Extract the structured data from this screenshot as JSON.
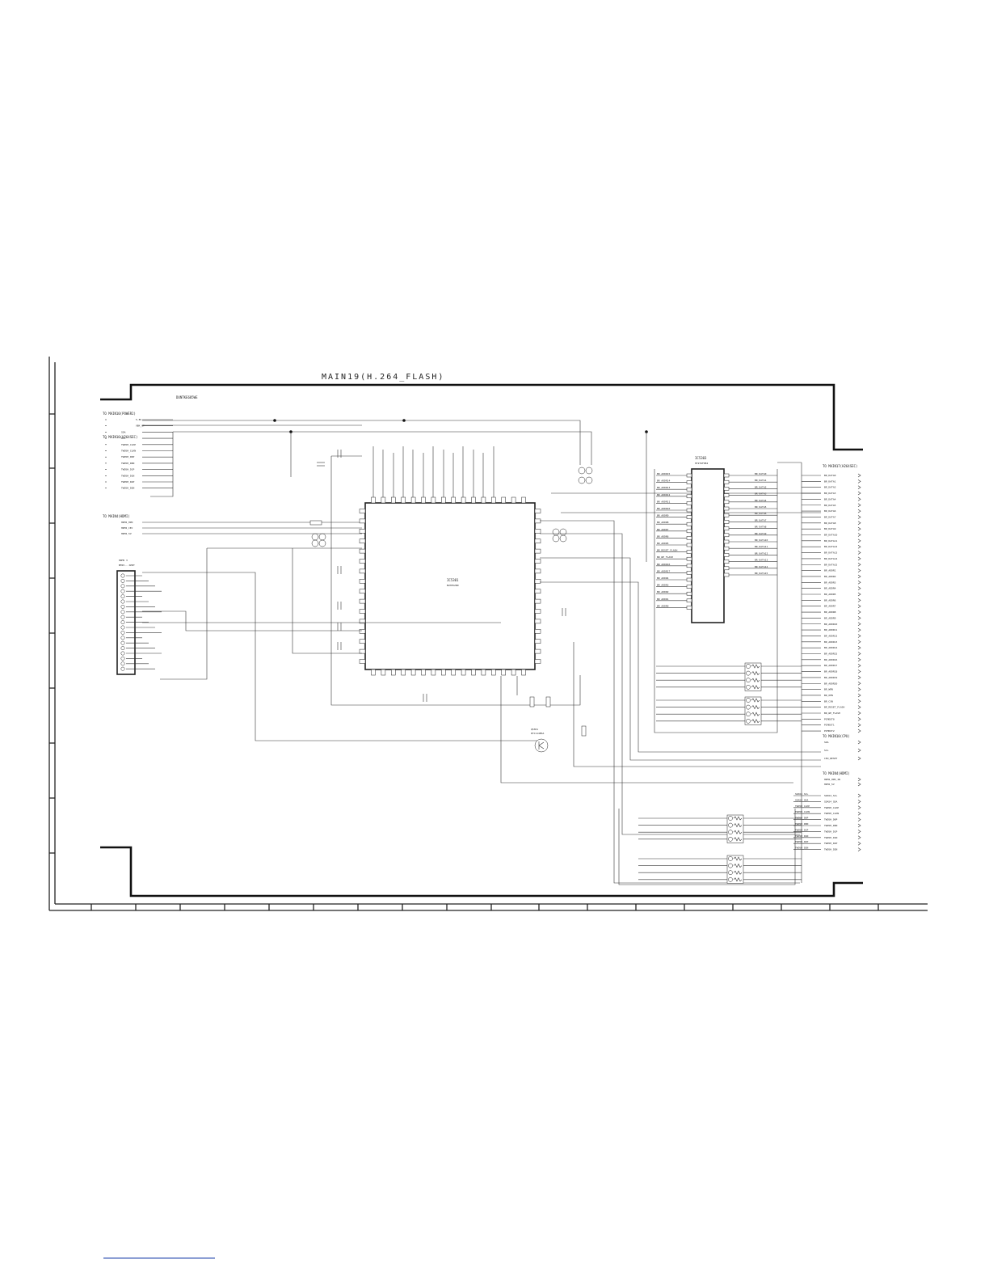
{
  "sheet": {
    "title": "MAIN19(H.264_FLASH)",
    "board_code": "DUNTKE685WE"
  },
  "connectors": {
    "power": "TO MAIN10(POWER2)",
    "h264_top": "TO MAIN10(H264SEC)",
    "hdmi": "TO MAIN4(HDMI)",
    "h264_right": "TO MAIN17(H264SEC)",
    "cpu": "TO MAIN10(CPU)",
    "hdmi_right": "TO MAIN4(HDMI)"
  },
  "components": {
    "ic_main": {
      "ref": "IC5301",
      "part": "BU7852KN"
    },
    "ic_flash": {
      "ref": "IC5303",
      "part": "HY27UF082"
    },
    "transistor": {
      "ref": "Q5301",
      "part": "DTC114EKA"
    },
    "header": {
      "ref": "HDM5 3",
      "part": "BM15...SHDT"
    }
  },
  "nets": {
    "left_top": [
      "5.8V",
      "VBK_GT",
      "SDA",
      "SCL",
      "TWD5H_CLKP",
      "TWD5H_CLKN",
      "TWD5H_D0P",
      "TWD5H_D0N",
      "TWD5H_D1P",
      "TWD5H_D1N",
      "TWD5H_D2P",
      "TWD5H_D2N"
    ],
    "left_hdmi": [
      "HDMI_HPD",
      "HDMI_CEC",
      "HDMI_5V"
    ],
    "flash_left": [
      "BR_ADDR15",
      "BR_ADDR14",
      "BR_ADDR13",
      "BR_ADDR12",
      "BR_ADDR11",
      "BR_ADDR10",
      "BR_ADDR9",
      "BR_ADDR8",
      "BR_ADDR7",
      "BR_ADDR6",
      "BR_ADDR5",
      "BR_RESET_FLASH",
      "BR_WP_FLASH",
      "BR_ADDR16",
      "BR_ADDR17",
      "BR_ADDR4",
      "BR_ADDR3",
      "BR_ADDR2",
      "BR_ADDR1",
      "BR_ADDR0"
    ],
    "flash_right": [
      "BR_DATA0",
      "BR_DATA1",
      "BR_DATA2",
      "BR_DATA3",
      "BR_DATA4",
      "BR_DATA5",
      "BR_DATA6",
      "BR_DATA7",
      "BR_DATA8",
      "BR_DATA9",
      "BR_DATA10",
      "BR_DATA11",
      "BR_DATA12",
      "BR_DATA13",
      "BR_DATA14",
      "BR_DATA15"
    ],
    "bus_right": [
      "BR_DATA0",
      "BR_DATA1",
      "BR_DATA2",
      "BR_DATA3",
      "BR_DATA4",
      "BR_DATA5",
      "BR_DATA6",
      "BR_DATA7",
      "BR_DATA8",
      "BR_DATA9",
      "BR_DATA10",
      "BR_DATA11",
      "BR_DATA12",
      "BR_DATA13",
      "BR_DATA14",
      "BR_DATA15",
      "BR_ADDR1",
      "BR_ADDR2",
      "BR_ADDR3",
      "BR_ADDR4",
      "BR_ADDR5",
      "BR_ADDR6",
      "BR_ADDR7",
      "BR_ADDR8",
      "BR_ADDR9",
      "BR_ADDR10",
      "BR_ADDR11",
      "BR_ADDR12",
      "BR_ADDR13",
      "BR_ADDR14",
      "BR_ADDR15",
      "BR_ADDR16",
      "BR_ADDR17",
      "BR_ADDR18",
      "BR_ADDR19",
      "BR_ADDR20",
      "BR_WRN",
      "BR_OEN",
      "BR_CSN",
      "BR_RESET_FLASH",
      "BR_WP_FLASH",
      "PCMOUT0",
      "PCMOUT1",
      "PCMOUT2"
    ],
    "cpu_right": [
      "SDA",
      "SCL",
      "CPU_RESET"
    ],
    "hdmi_right": [
      "HDMI_HPD_IN",
      "HDMI_5V"
    ],
    "bottom_right": [
      "SDA54_SCL",
      "SDA54_SDA",
      "TWD5H_CLKP",
      "TWD5H_CLKN",
      "TWD5H_D0P",
      "TWD5H_D0N",
      "TWD5H_D1P",
      "TWD5H_D1N",
      "TWD5H_D2P",
      "TWD5H_D2N"
    ]
  }
}
